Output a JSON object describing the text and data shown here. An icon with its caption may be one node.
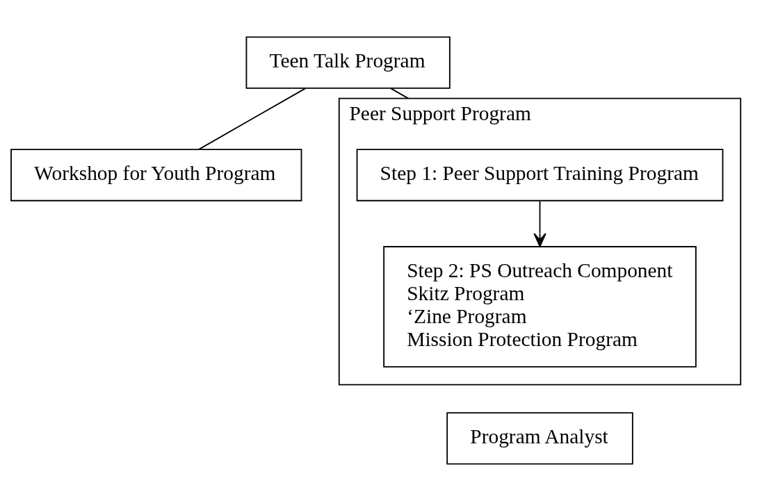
{
  "diagram": {
    "nodes": [
      {
        "text": [
          "Teen Talk Program"
        ]
      },
      {
        "text": [
          "Workshop for Youth Program"
        ]
      },
      {
        "text": [
          "Peer Support Program"
        ]
      },
      {
        "text": [
          "Step 1: Peer Support Training Program"
        ],
        "in": 2
      },
      {
        "text": [
          "Step 2: PS Outreach Component",
          "Skitz Program",
          "‘Zine Program",
          "Mission Protection Program"
        ],
        "in": 2
      },
      {
        "text": [
          "Program Analyst"
        ]
      }
    ],
    "edges": [
      {
        "from": 0,
        "to": 1,
        "arrow": "none"
      },
      {
        "from": 0,
        "to": 2,
        "arrow": "none"
      },
      {
        "from": 3,
        "to": 4,
        "arrow": "to"
      }
    ]
  }
}
